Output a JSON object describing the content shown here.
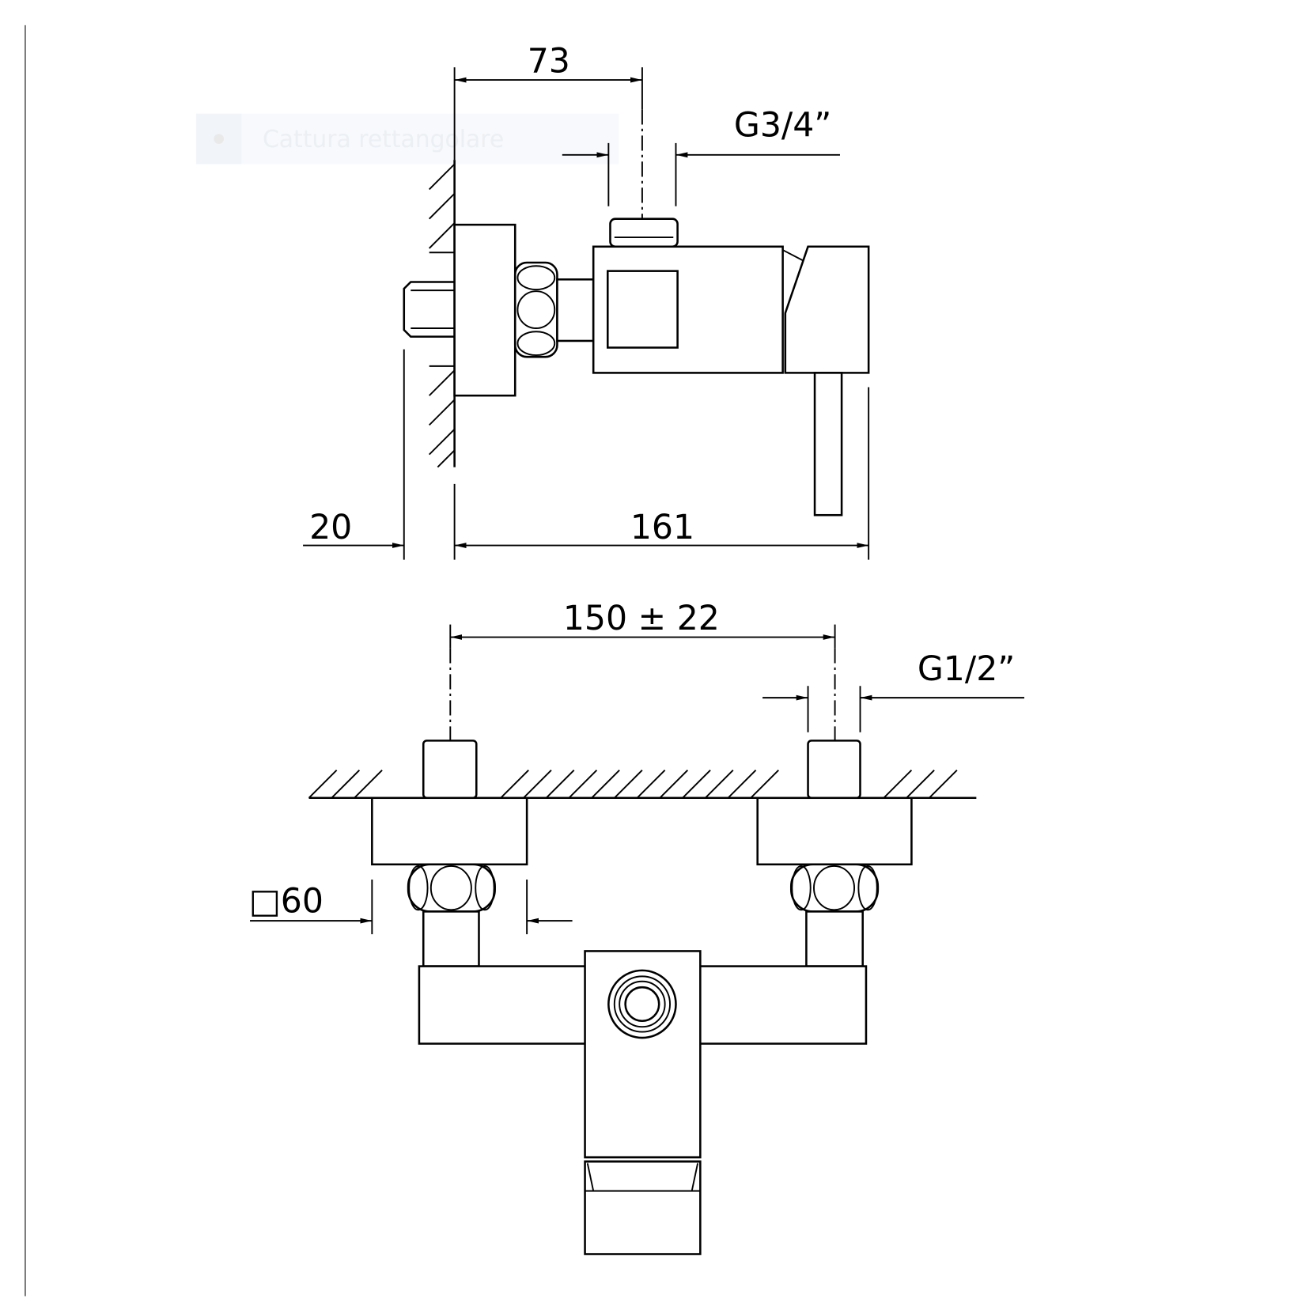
{
  "overlay": {
    "label": "Cattura rettangolare",
    "icon": "record-dot-icon"
  },
  "side_view": {
    "dim_depth": "73",
    "dim_outlet_thread": "G3/4”",
    "dim_wall_offset": "20",
    "dim_total_length": "161"
  },
  "front_view": {
    "dim_centers": "150 ± 22",
    "dim_inlet_thread": "G1/2”",
    "dim_flange": "□60"
  }
}
